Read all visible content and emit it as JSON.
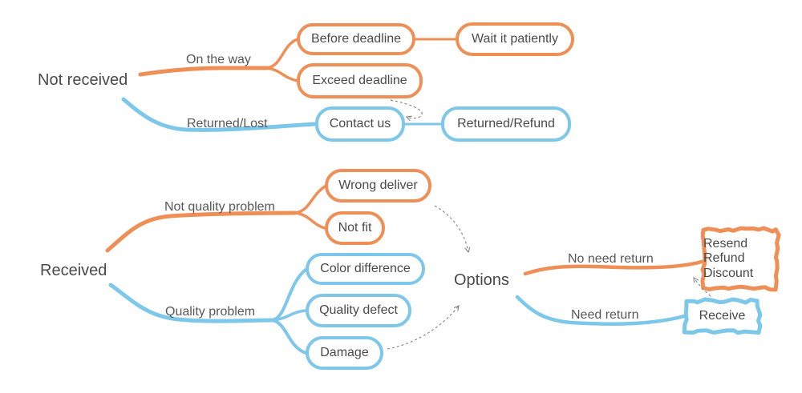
{
  "colors": {
    "orange": "#EF8F55",
    "blue": "#7DC7EB",
    "text": "#4A4A4A",
    "label": "#585858",
    "arrow": "#8C8C8C",
    "background": "#FFFFFF"
  },
  "top_map": {
    "root": "Not received",
    "branches": [
      {
        "label": "On the way",
        "children": [
          {
            "label": "Before deadline",
            "children": [
              {
                "label": "Wait it patiently"
              }
            ]
          },
          {
            "label": "Exceed deadline"
          }
        ]
      },
      {
        "label": "Returned/Lost",
        "children": [
          {
            "label": "Contact us",
            "children": [
              {
                "label": "Returned/Refund"
              }
            ]
          }
        ]
      }
    ]
  },
  "bottom_map": {
    "root": "Received",
    "branches": [
      {
        "label": "Not quality problem",
        "children": [
          {
            "label": "Wrong deliver"
          },
          {
            "label": "Not fit"
          }
        ]
      },
      {
        "label": "Quality problem",
        "children": [
          {
            "label": "Color difference"
          },
          {
            "label": "Quality defect"
          },
          {
            "label": "Damage"
          }
        ]
      }
    ],
    "options": {
      "label": "Options",
      "branches": [
        {
          "label": "No need return",
          "node_lines": [
            "Resend",
            "Refund",
            "Discount"
          ]
        },
        {
          "label": "Need return",
          "node_lines": [
            "Receive"
          ]
        }
      ]
    }
  }
}
